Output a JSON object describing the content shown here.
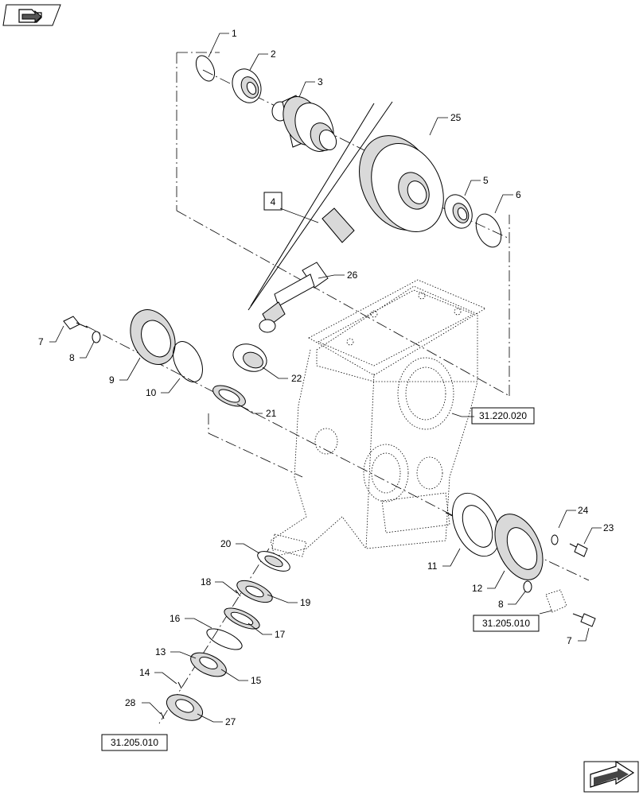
{
  "toolbar": {
    "icon": "bookmark-arrow-icon"
  },
  "nav": {
    "icon": "next-page-arrow-icon"
  },
  "references": {
    "housing": "31.220.020",
    "cover": "31.205.010",
    "bottom": "31.205.010"
  },
  "boxed_callout": "4",
  "callouts": {
    "c1": "1",
    "c2": "2",
    "c3": "3",
    "c25": "25",
    "c5": "5",
    "c6": "6",
    "c26": "26",
    "c7a": "7",
    "c8a": "8",
    "c9": "9",
    "c10": "10",
    "c22": "22",
    "c21": "21",
    "c24": "24",
    "c23": "23",
    "c11": "11",
    "c12": "12",
    "c8b": "8",
    "c7b": "7",
    "c20": "20",
    "c18": "18",
    "c19": "19",
    "c16": "16",
    "c17": "17",
    "c13": "13",
    "c14": "14",
    "c15": "15",
    "c28": "28",
    "c27": "27"
  }
}
